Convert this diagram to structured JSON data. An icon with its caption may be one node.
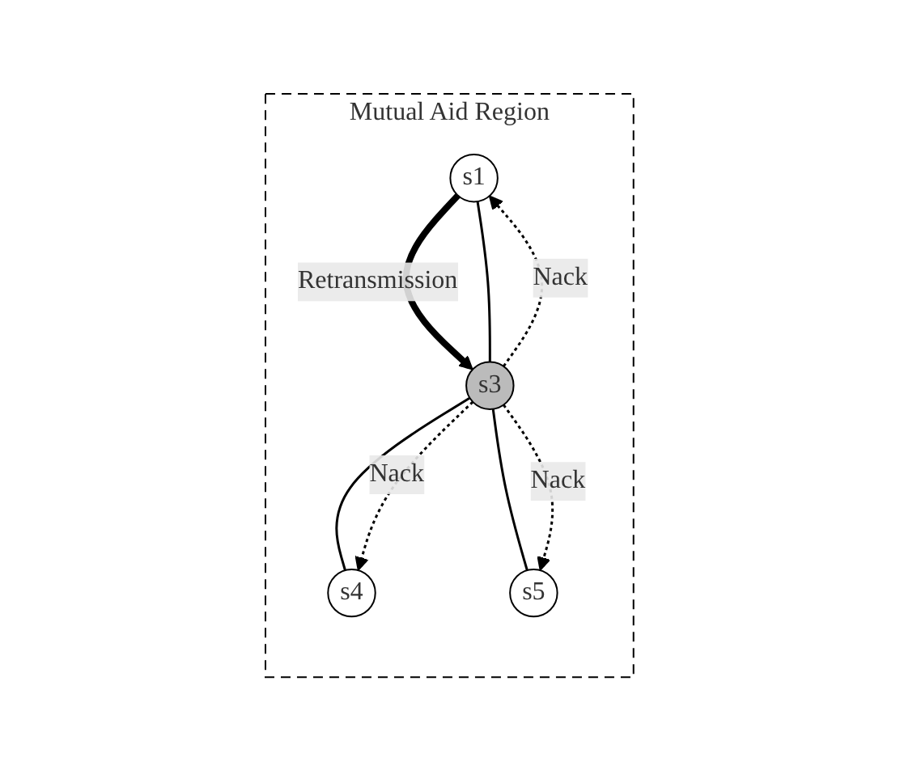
{
  "diagram": {
    "nodes": [
      {
        "text": [
          "Mutual Aid Region"
        ]
      },
      {
        "text": [
          "s1"
        ],
        "in": 0
      },
      {
        "text": [
          "s4"
        ],
        "in": 0
      },
      {
        "text": [
          "s3"
        ],
        "in": 0
      },
      {
        "text": [
          "s5"
        ],
        "in": 0
      }
    ],
    "edges": [
      {
        "from": 3,
        "to": 1,
        "arrow": "none"
      },
      {
        "from": 3,
        "to": 2,
        "arrow": "none"
      },
      {
        "from": 3,
        "to": 4,
        "arrow": "none"
      },
      {
        "from": 3,
        "to": 1,
        "arrow": "to",
        "label": "Nack",
        "style": "dashed"
      },
      {
        "from": 3,
        "to": 2,
        "arrow": "to",
        "label": "Nack",
        "style": "dashed"
      },
      {
        "from": 3,
        "to": 4,
        "arrow": "to",
        "label": "Nack",
        "style": "dashed"
      },
      {
        "from": 1,
        "to": 3,
        "arrow": "to",
        "label": "Retransmission",
        "style": "thick"
      }
    ]
  }
}
